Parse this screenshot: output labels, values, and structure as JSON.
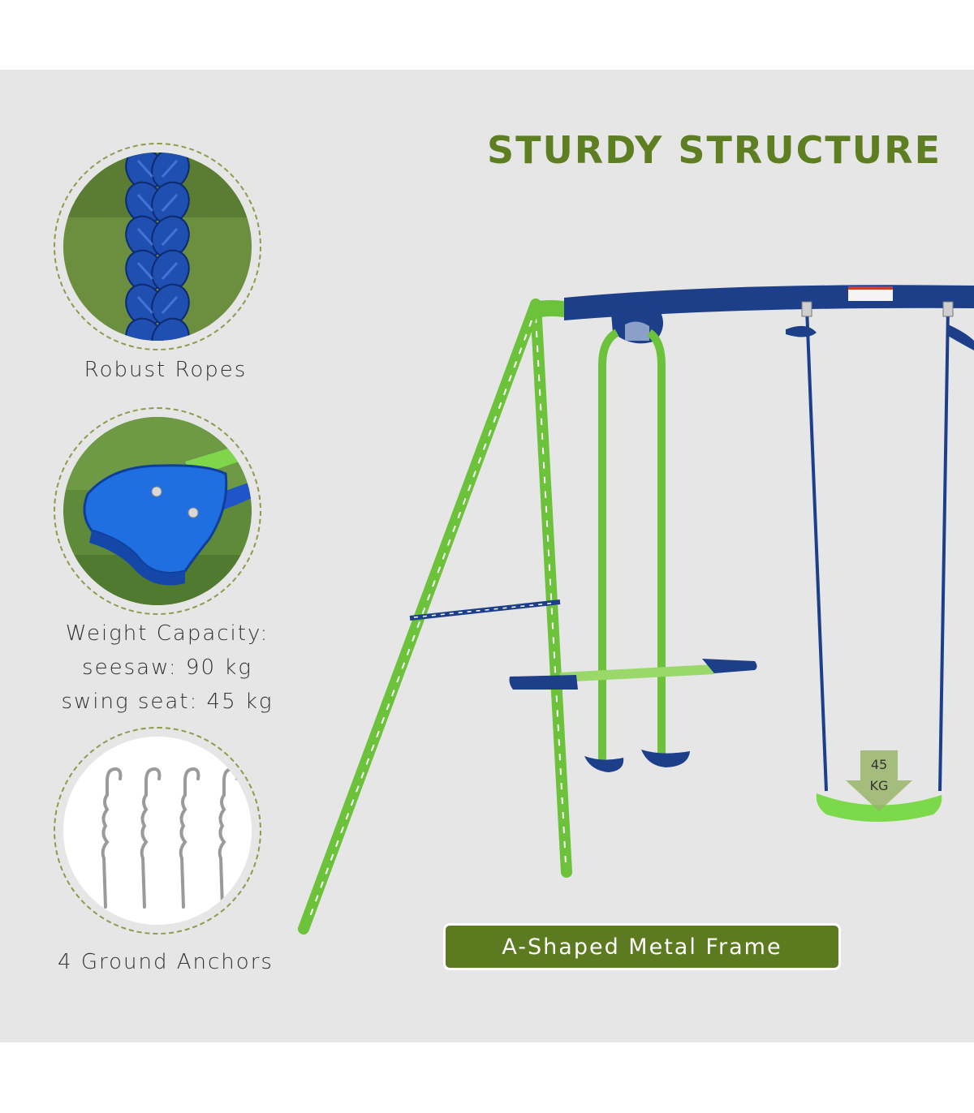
{
  "heading": "STURDY STRUCTURE",
  "features": [
    {
      "caption": "Robust Ropes",
      "icon": "rope-photo"
    },
    {
      "caption_lines": [
        "Weight Capacity:",
        "seesaw: 90 kg",
        "swing seat: 45 kg"
      ],
      "icon": "seesaw-seat-photo"
    },
    {
      "caption": "4 Ground Anchors",
      "icon": "ground-anchor-photo"
    }
  ],
  "frame_label": "A-Shaped Metal Frame",
  "seat_badge": {
    "line1": "45",
    "line2": "KG"
  },
  "colors": {
    "accent_green": "#5e7e22",
    "frame_green": "#6cc23a",
    "frame_blue": "#1d3f8a",
    "panel": "#e6e6e6"
  }
}
